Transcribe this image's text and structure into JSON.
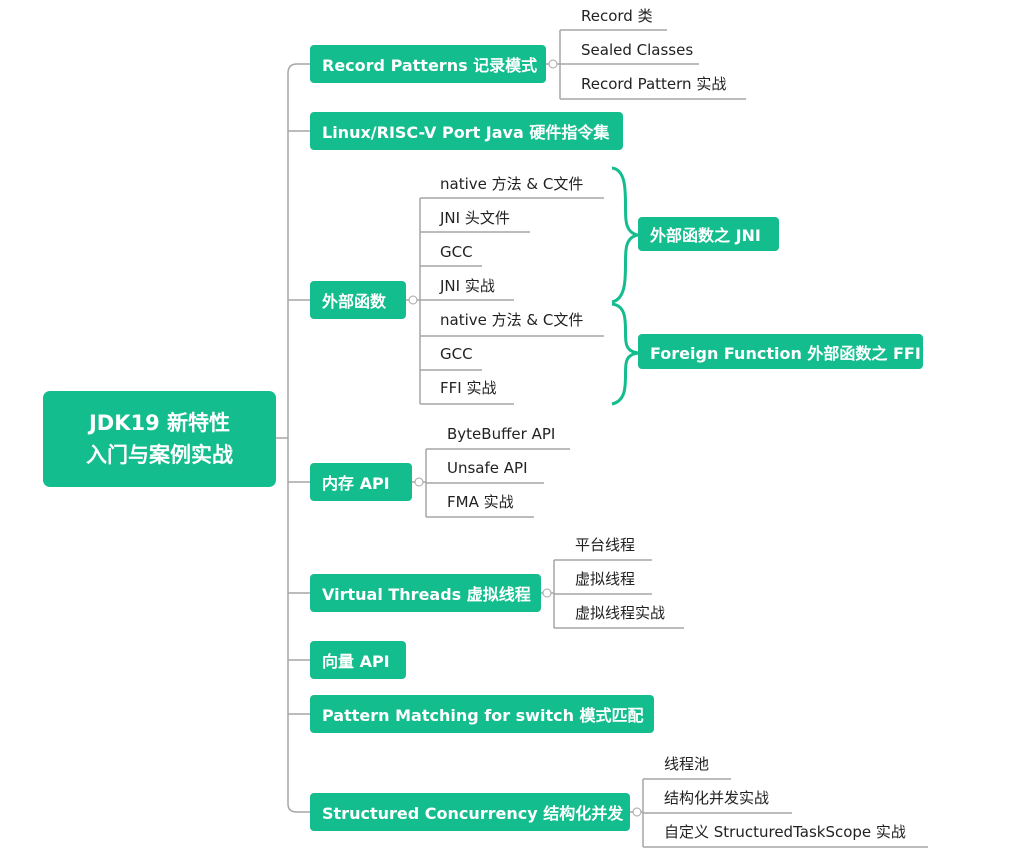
{
  "root": {
    "line1": "JDK19 新特性",
    "line2": "入门与案例实战"
  },
  "branches": [
    {
      "label": "Record Patterns 记录模式",
      "children": [
        "Record 类",
        "Sealed Classes",
        "Record Pattern 实战"
      ]
    },
    {
      "label": "Linux/RISC-V Port Java 硬件指令集"
    },
    {
      "label": "外部函数",
      "children": [
        "native 方法 & C文件",
        "JNI 头文件",
        "GCC",
        "JNI 实战",
        "native 方法 & C文件",
        "GCC",
        "FFI 实战"
      ],
      "groups": [
        {
          "label": "外部函数之 JNI"
        },
        {
          "label": "Foreign Function 外部函数之 FFI"
        }
      ]
    },
    {
      "label": "内存 API",
      "children": [
        "ByteBuffer API",
        "Unsafe API",
        "FMA 实战"
      ]
    },
    {
      "label": "Virtual Threads 虚拟线程",
      "children": [
        "平台线程",
        "虚拟线程",
        "虚拟线程实战"
      ]
    },
    {
      "label": "向量 API"
    },
    {
      "label": "Pattern Matching for switch 模式匹配"
    },
    {
      "label": "Structured Concurrency 结构化并发",
      "children": [
        "线程池",
        "结构化并发实战",
        "自定义 StructuredTaskScope 实战"
      ]
    }
  ],
  "colors": {
    "node": "#14bd8d",
    "line": "#a6a6a6",
    "brace": "#14bd8d",
    "text": "#222222"
  }
}
